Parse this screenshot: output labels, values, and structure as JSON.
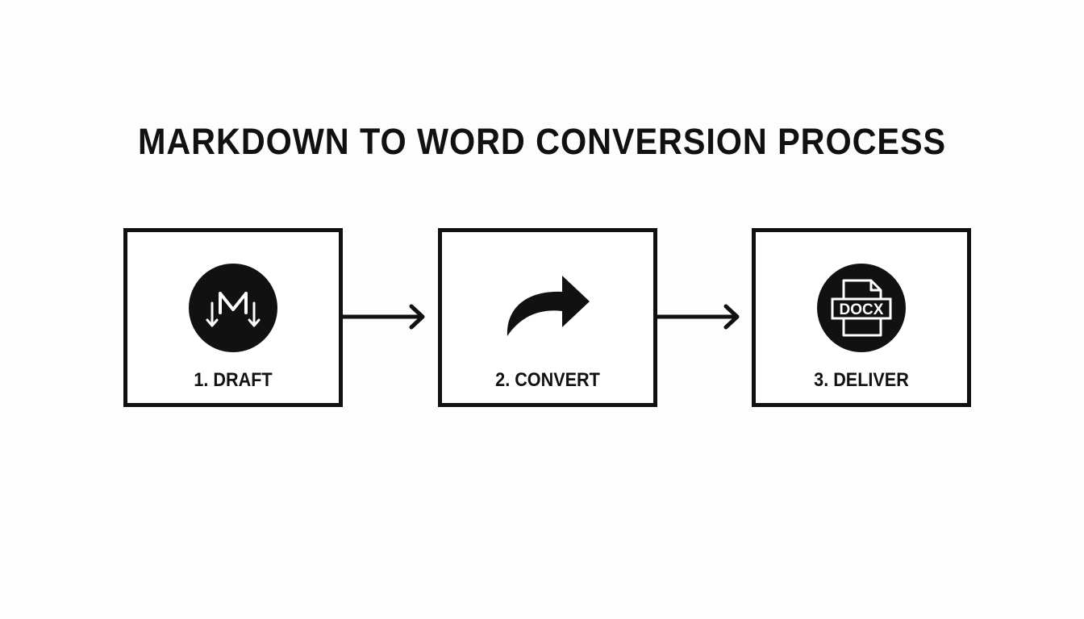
{
  "title": "MARKDOWN TO WORD CONVERSION PROCESS",
  "colors": {
    "ink": "#111111",
    "background": "#fdfdfd"
  },
  "steps": [
    {
      "label": "1. DRAFT",
      "icon": "markdown-icon"
    },
    {
      "label": "2. CONVERT",
      "icon": "curved-arrow-icon"
    },
    {
      "label": "3. DELIVER",
      "icon": "docx-file-icon",
      "icon_text": "DOCX"
    }
  ],
  "connectors": [
    "arrow-right-icon",
    "arrow-right-icon"
  ]
}
